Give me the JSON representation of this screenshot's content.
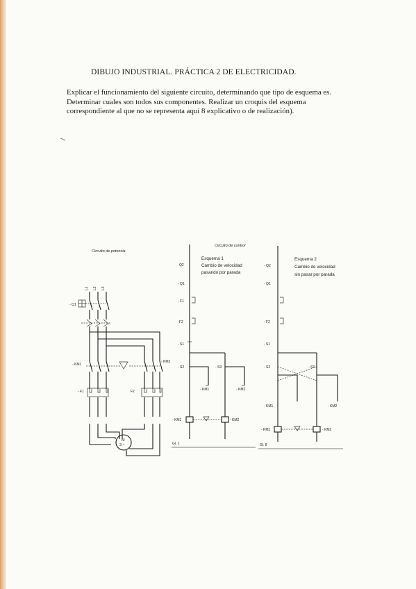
{
  "document": {
    "title": "DIBUJO INDUSTRIAL. PRÁCTICA 2 DE ELECTRICIDAD.",
    "instructions": [
      "Explicar el funcionamiento del siguiente circuito, determinando que tipo de esquema es.",
      "Determinar cuales son todos sus componentes. Realizar un croquis del esquema",
      "correspondiente al que no se representa aquí 8 explicativo o de realización)."
    ]
  },
  "power_circuit": {
    "header": "Circuito de potencia",
    "labels": {
      "q1": "- Q1",
      "l1": "L1",
      "l2": "L2",
      "l3": "L3",
      "km1": "- KM1",
      "km2": "- KM2",
      "f1": "- F1",
      "f2": "F2",
      "motor_m": "M",
      "motor_spec": "3 ~"
    }
  },
  "control_circuit_1": {
    "header": "Circuito de control",
    "scheme_title": "Esquema 1",
    "scheme_line1": "Cambio de velocidad",
    "scheme_line2": "pasando por parada",
    "labels": {
      "q2": "Q2",
      "q1": "- Q1",
      "f1": "- F1",
      "f2": "F2",
      "s1": "- S1",
      "s2": "- S2",
      "s3": "- S3",
      "km1": "- KM1",
      "km2": "- KM2",
      "km1_coil": "- KM1",
      "km2_coil": "- KM2",
      "sheet": "Gl. 1"
    }
  },
  "control_circuit_2": {
    "scheme_title": "Esquema 2",
    "scheme_line1": "Cambio de velocidad",
    "scheme_line2": "sin pasar por parada",
    "labels": {
      "q2": "- Q2",
      "q1": "- Q1",
      "f2": "- F2",
      "s1": "- S1",
      "s2": "- S2",
      "s3": "- S3",
      "km1": "- KM1",
      "km2": "- KM2",
      "km1_coil": "- KM1",
      "km2_coil": "- KM2",
      "sheet": "Gl. 8"
    }
  }
}
